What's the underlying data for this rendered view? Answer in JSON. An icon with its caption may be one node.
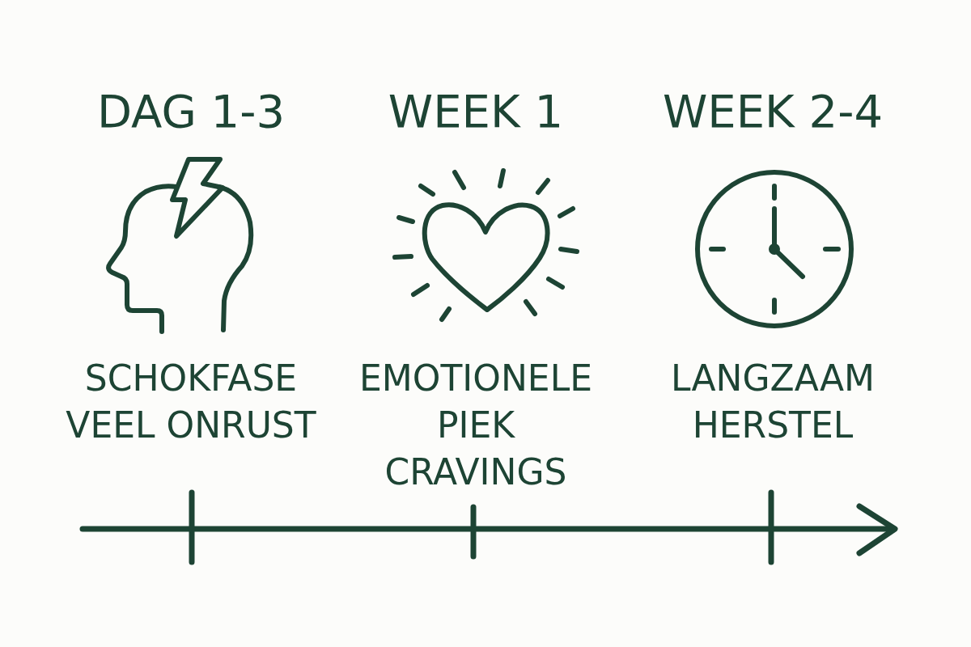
{
  "diagram": {
    "labels": [
      "DAG 1-3",
      "WEEK 1",
      "WEEK 2-4",
      "SCHOKFASE VEEL ONRUST",
      "EMOTIONELE PIEK CRAVINGS",
      "LANGZAAM HERSTEL"
    ]
  }
}
